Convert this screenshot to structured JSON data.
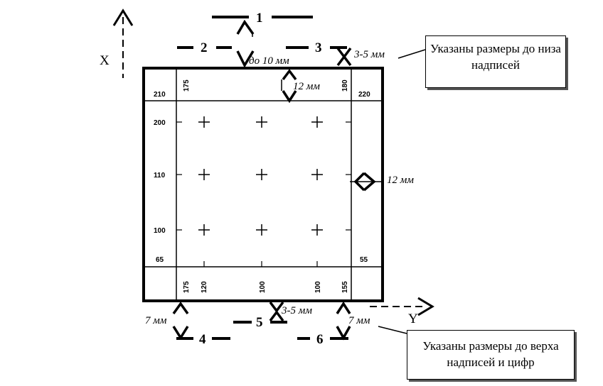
{
  "axes": {
    "x_label": "X",
    "y_label": "Y"
  },
  "markers": [
    "1",
    "2",
    "3",
    "4",
    "5",
    "6"
  ],
  "dimensions": {
    "top_gap": "до 10 мм",
    "top_inner": "12 мм",
    "top_right": "3-5 мм",
    "right_side": "12 мм",
    "bottom_left": "7 мм",
    "bottom_center": "3-5 мм",
    "bottom_right": "7 мм"
  },
  "left_labels": [
    "210",
    "200",
    "110",
    "100",
    "65"
  ],
  "right_labels": [
    "220",
    "55"
  ],
  "top_labels": [
    "175",
    "180"
  ],
  "bottom_labels": [
    "175",
    "120",
    "100",
    "100",
    "155"
  ],
  "notes": {
    "top": "Указаны размеры до низа надписей",
    "bottom": "Указаны размеры до верха надписей и цифр"
  }
}
